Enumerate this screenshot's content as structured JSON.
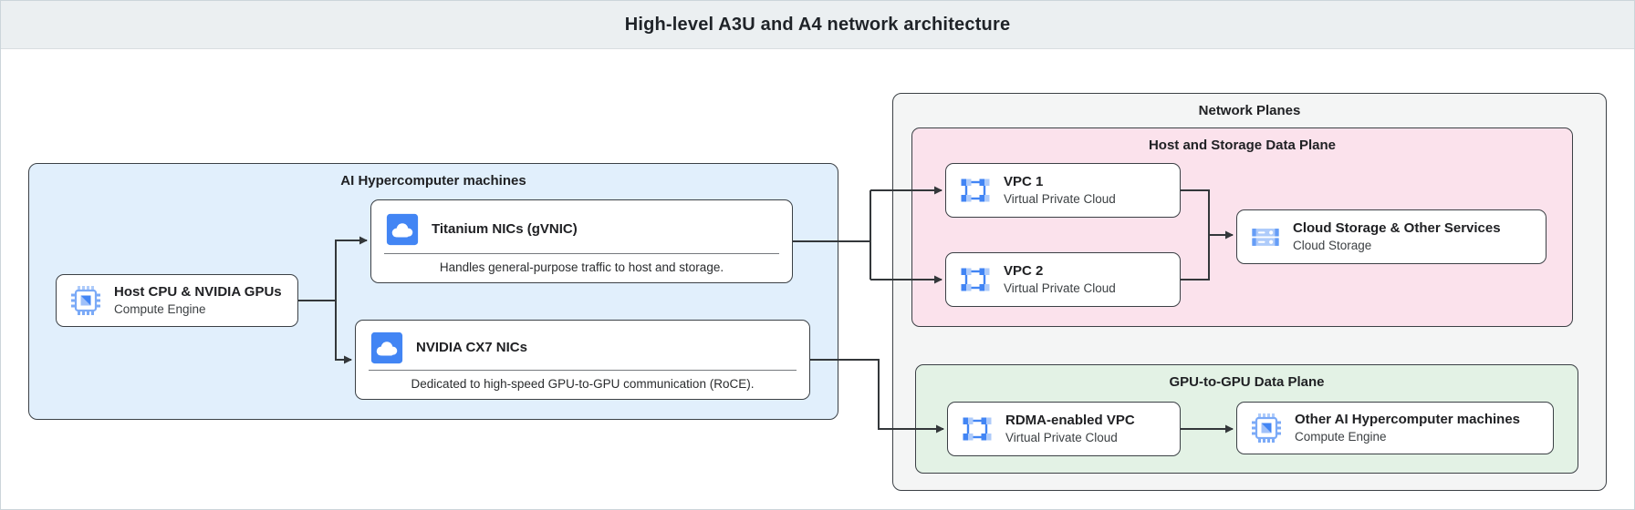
{
  "header": {
    "title": "High-level A3U and A4 network architecture"
  },
  "hypercomputer": {
    "label": "AI Hypercomputer machines",
    "host": {
      "title": "Host CPU & NVIDIA GPUs",
      "subtitle": "Compute Engine",
      "icon": "compute-engine-icon"
    },
    "titanium": {
      "title": "Titanium NICs (gVNIC)",
      "description": "Handles general-purpose traffic to host and storage.",
      "icon": "cloud-nic-icon"
    },
    "cx7": {
      "title": "NVIDIA CX7 NICs",
      "description": "Dedicated to high-speed GPU-to-GPU communication (RoCE).",
      "icon": "cloud-nic-icon"
    }
  },
  "network_planes": {
    "label": "Network Planes",
    "host_storage_plane": {
      "label": "Host and Storage Data Plane",
      "vpc1": {
        "title": "VPC 1",
        "subtitle": "Virtual Private Cloud",
        "icon": "vpc-icon"
      },
      "vpc2": {
        "title": "VPC 2",
        "subtitle": "Virtual Private Cloud",
        "icon": "vpc-icon"
      },
      "storage": {
        "title": "Cloud Storage & Other Services",
        "subtitle": "Cloud Storage",
        "icon": "cloud-storage-icon"
      }
    },
    "gpu_plane": {
      "label": "GPU-to-GPU Data Plane",
      "rdma": {
        "title": "RDMA-enabled VPC",
        "subtitle": "Virtual Private Cloud",
        "icon": "vpc-icon"
      },
      "other": {
        "title": "Other AI Hypercomputer machines",
        "subtitle": "Compute Engine",
        "icon": "compute-engine-icon"
      }
    }
  },
  "colors": {
    "header_bg": "#ebeff1",
    "hypercomputer_bg": "#e1effc",
    "network_planes_bg": "#f4f5f5",
    "host_storage_plane_bg": "#fbe2ec",
    "gpu_plane_bg": "#e3f2e5",
    "node_border": "#3b4045",
    "connector": "#33373a",
    "google_blue": "#4285f4",
    "google_blue_light": "#aecbfa"
  }
}
